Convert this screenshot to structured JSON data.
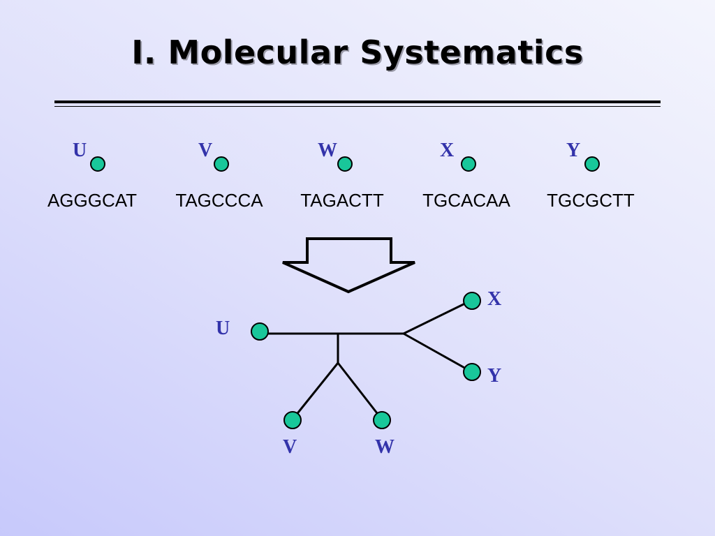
{
  "slide": {
    "title": "I. Molecular Systematics"
  },
  "taxa": [
    {
      "label": "U",
      "sequence": "AGGGCAT"
    },
    {
      "label": "V",
      "sequence": "TAGCCCA"
    },
    {
      "label": "W",
      "sequence": "TAGACTT"
    },
    {
      "label": "X",
      "sequence": "TGCACAA"
    },
    {
      "label": "Y",
      "sequence": "TGCGCTT"
    }
  ],
  "tree": {
    "labels": {
      "U": "U",
      "V": "V",
      "W": "W",
      "X": "X",
      "Y": "Y"
    }
  },
  "colors": {
    "node": "#19c79a",
    "label": "#3333aa",
    "line": "#000000"
  }
}
